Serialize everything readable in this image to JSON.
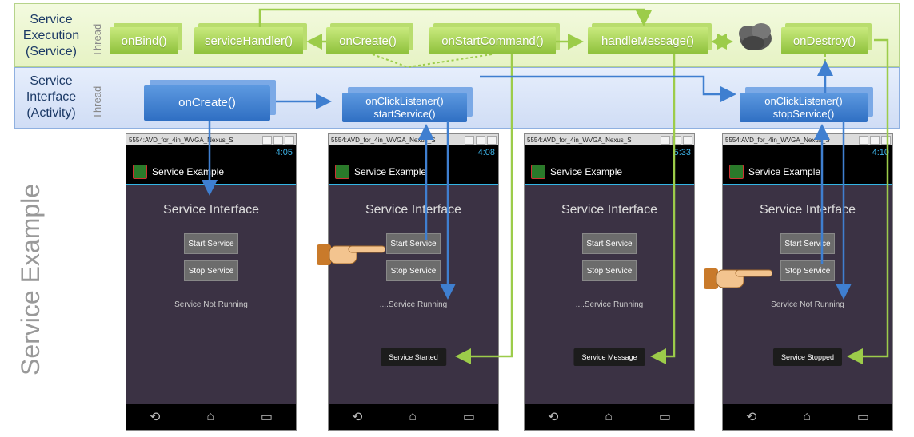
{
  "layers": {
    "service": {
      "label": [
        "Service",
        "Execution",
        "(Service)"
      ],
      "thread": "Thread"
    },
    "interface": {
      "label": [
        "Service",
        "Interface",
        "(Activity)"
      ],
      "thread": "Thread"
    }
  },
  "service_methods": [
    "onBind()",
    "serviceHandler()",
    "onCreate()",
    "onStartCommand()",
    "handleMessage()",
    "onDestroy()"
  ],
  "activity_methods": {
    "create": "onCreate()",
    "start": [
      "onClickListener()",
      "startService()"
    ],
    "stop": [
      "onClickListener()",
      "stopService()"
    ]
  },
  "side_title": "Service Example",
  "phones": [
    {
      "window_title": "5554:AVD_for_4in_WVGA_Nexus_S",
      "clock": "4:05",
      "app_title": "Service Example",
      "heading": "Service Interface",
      "start_button": "Start Service",
      "stop_button": "Stop Service",
      "status": "Service Not Running",
      "toast": ""
    },
    {
      "window_title": "5554:AVD_for_4in_WVGA_Nexus_S",
      "clock": "4:08",
      "app_title": "Service Example",
      "heading": "Service Interface",
      "start_button": "Start Service",
      "stop_button": "Stop Service",
      "status": "....Service Running",
      "toast": "Service Started"
    },
    {
      "window_title": "5554:AVD_for_4in_WVGA_Nexus_S",
      "clock": "5:33",
      "app_title": "Service Example",
      "heading": "Service Interface",
      "start_button": "Start Service",
      "stop_button": "Stop Service",
      "status": "....Service Running",
      "toast": "Service Message"
    },
    {
      "window_title": "5554:AVD_for_4in_WVGA_Nexus_S",
      "clock": "4:10",
      "app_title": "Service Example",
      "heading": "Service Interface",
      "start_button": "Start Service",
      "stop_button": "Stop Service",
      "status": "Service Not Running",
      "toast": "Service Stopped"
    }
  ],
  "colors": {
    "service_box": "#8dc03a",
    "activity_box": "#2f6fc3",
    "green_arrow": "#9ccc4a",
    "blue_arrow": "#3f7fd0"
  }
}
